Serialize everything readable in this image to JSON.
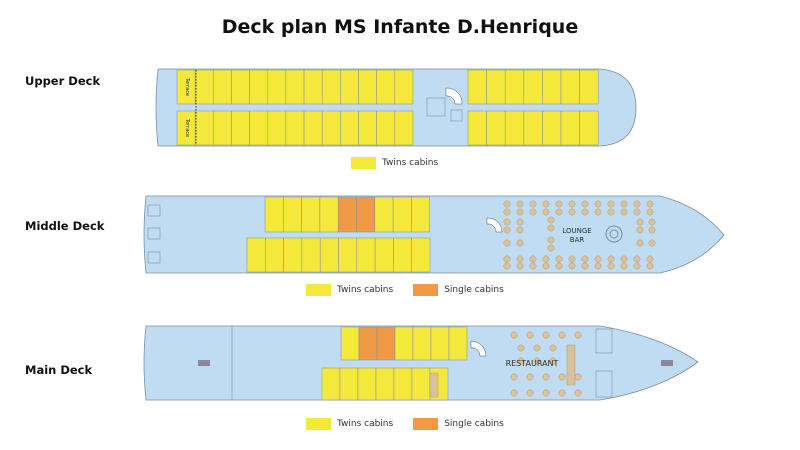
{
  "title": "Deck plan MS Infante D.Henrique",
  "colors": {
    "hull": "#bfdcf3",
    "twin": "#f4e83a",
    "single": "#f19a45",
    "line": "#7d8fa0"
  },
  "decks": [
    {
      "name": "Upper Deck",
      "terrace_label": "Terrace",
      "legend": [
        {
          "label": "Twins cabins",
          "type": "twin"
        }
      ]
    },
    {
      "name": "Middle Deck",
      "room_label_1": "LOUNGE",
      "room_label_2": "BAR",
      "legend": [
        {
          "label": "Twins cabins",
          "type": "twin"
        },
        {
          "label": "Single cabins",
          "type": "single"
        }
      ]
    },
    {
      "name": "Main Deck",
      "room_label": "RESTAURANT",
      "legend": [
        {
          "label": "Twins cabins",
          "type": "twin"
        },
        {
          "label": "Single cabins",
          "type": "single"
        }
      ]
    }
  ]
}
